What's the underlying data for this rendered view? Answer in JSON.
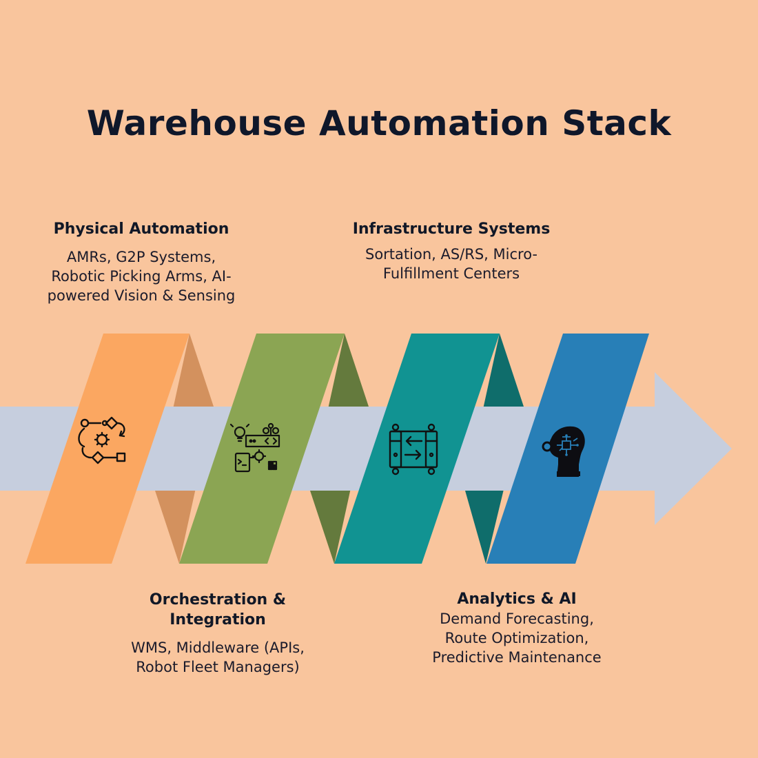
{
  "title": "Warehouse Automation Stack",
  "colors": {
    "background": "#f9c59d",
    "arrow": "#c6cede",
    "physical": "#fba761",
    "orchestration": "#8ba553",
    "infrastructure": "#119392",
    "analytics": "#287fb7"
  },
  "stages": [
    {
      "heading": "Physical Automation",
      "body": "AMRs, G2P Systems, Robotic Picking Arms, AI-powered Vision & Sensing",
      "icon": "workflow-gear-icon"
    },
    {
      "heading": "Orchestration & Integration",
      "body": "WMS, Middleware (APIs, Robot Fleet Managers)",
      "icon": "integration-code-icon"
    },
    {
      "heading": "Infrastructure Systems",
      "body": "Sortation, AS/RS, Micro-Fulfillment Centers",
      "icon": "transfer-system-icon"
    },
    {
      "heading": "Analytics & AI",
      "body": "Demand Forecasting, Route Optimization, Predictive Maintenance",
      "icon": "ai-head-icon"
    }
  ]
}
